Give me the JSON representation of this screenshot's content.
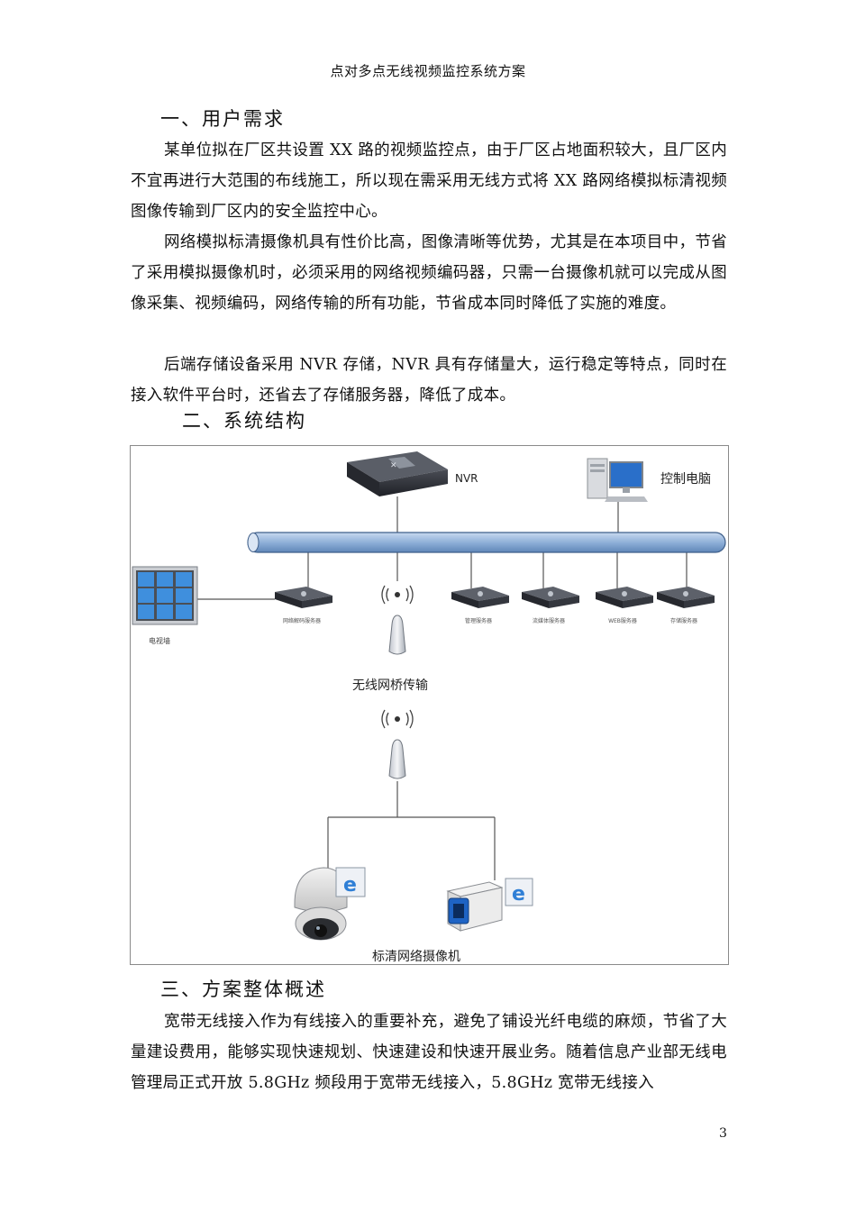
{
  "header": {
    "title": "点对多点无线视频监控系统方案"
  },
  "sections": [
    {
      "heading": "一、用户需求",
      "paragraphs": [
        "某单位拟在厂区共设置 XX 路的视频监控点，由于厂区占地面积较大，且厂区内不宜再进行大范围的布线施工，所以现在需采用无线方式将 XX 路网络模拟标清视频图像传输到厂区内的安全监控中心。",
        "网络模拟标清摄像机具有性价比高，图像清晰等优势，尤其是在本项目中，节省了采用模拟摄像机时，必须采用的网络视频编码器，只需一台摄像机就可以完成从图像采集、视频编码，网络传输的所有功能，节省成本同时降低了实施的难度。",
        "后端存储设备采用 NVR 存储，NVR 具有存储量大，运行稳定等特点，同时在接入软件平台时，还省去了存储服务器，降低了成本。"
      ]
    },
    {
      "heading": "二、系统结构"
    },
    {
      "heading": "三、方案整体概述",
      "paragraphs": [
        "宽带无线接入作为有线接入的重要补充，避免了铺设光纤电缆的麻烦，节省了大量建设费用，能够实现快速规划、快速建设和快速开展业务。随着信息产业部无线电管理局正式开放 5.8GHz 频段用于宽带无线接入，5.8GHz 宽带无线接入"
      ]
    }
  ],
  "diagram": {
    "nvr_label": "NVR",
    "pc_label": "控制电脑",
    "videowall_label": "电视墙",
    "decoder_label": "网络解码服务器",
    "servers": [
      "管理服务器",
      "流媒体服务器",
      "WEB服务器",
      "存储服务器"
    ],
    "bridge_label": "无线网桥传输",
    "camera_label": "标清网络摄像机"
  },
  "page_number": "3"
}
